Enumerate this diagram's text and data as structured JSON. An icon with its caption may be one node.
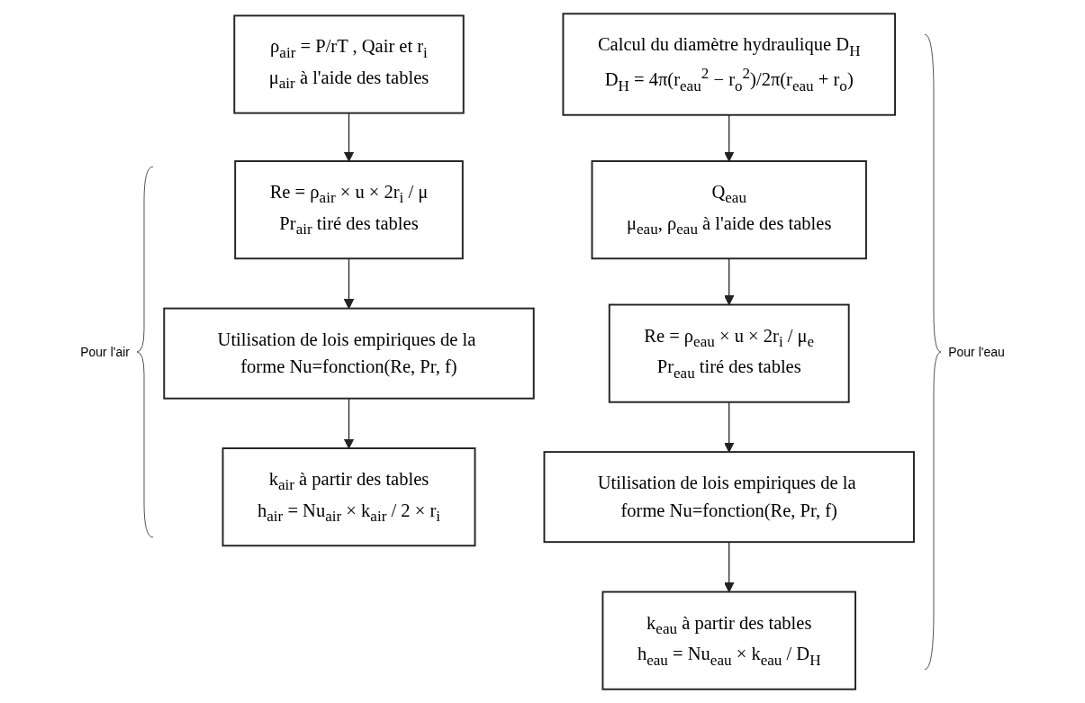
{
  "diagram": {
    "nodes": [
      {
        "text": [
          "ρ$_{air}$ = P/rT , Qair et r$_{i}$",
          "μ$_{air}$ à l'aide des tables"
        ]
      },
      {
        "text": [
          "Re = ρ$_{air}$ × u × 2r$_{i}$ / μ",
          "Pr$_{air}$ tiré des tables"
        ]
      },
      {
        "text": [
          "Utilisation de lois empiriques de la forme Nu=fonction(Re, Pr, f)"
        ]
      },
      {
        "text": [
          "k$_{air}$ à partir des tables",
          "h$_{air}$ = Nu$_{air}$ × k$_{air}$ / 2 × r$_{i}$"
        ]
      },
      {
        "text": [
          "Calcul du diamètre hydraulique D$_{H}$",
          "D$_{H}$ = 4π(r$_{eau}$$^{2}$ − r$_{o}$$^{2}$)/2π(r$_{eau}$ + r$_{o}$)"
        ]
      },
      {
        "text": [
          "Q$_{eau}$",
          "μ$_{eau}$, ρ$_{eau}$ à l'aide des tables"
        ]
      },
      {
        "text": [
          "Re = ρ$_{eau}$ × u × 2r$_{i}$ / μ$_{e}$",
          "Pr$_{eau}$ tiré des tables"
        ]
      },
      {
        "text": [
          "Utilisation de lois empiriques de la forme Nu=fonction(Re, Pr, f)"
        ]
      },
      {
        "text": [
          "k$_{eau}$ à partir des tables",
          "h$_{eau}$ = Nu$_{eau}$ × k$_{eau}$ / D$_{H}$"
        ]
      }
    ],
    "edges": [
      {
        "from": 0,
        "to": 1,
        "arrow": "to"
      },
      {
        "from": 1,
        "to": 2,
        "arrow": "to"
      },
      {
        "from": 2,
        "to": 3,
        "arrow": "to"
      },
      {
        "from": 4,
        "to": 5,
        "arrow": "to"
      },
      {
        "from": 5,
        "to": 6,
        "arrow": "to"
      },
      {
        "from": 6,
        "to": 7,
        "arrow": "to"
      },
      {
        "from": 7,
        "to": 8,
        "arrow": "to"
      }
    ],
    "labels": [
      "Pour l'air",
      "Pour l'eau"
    ]
  }
}
